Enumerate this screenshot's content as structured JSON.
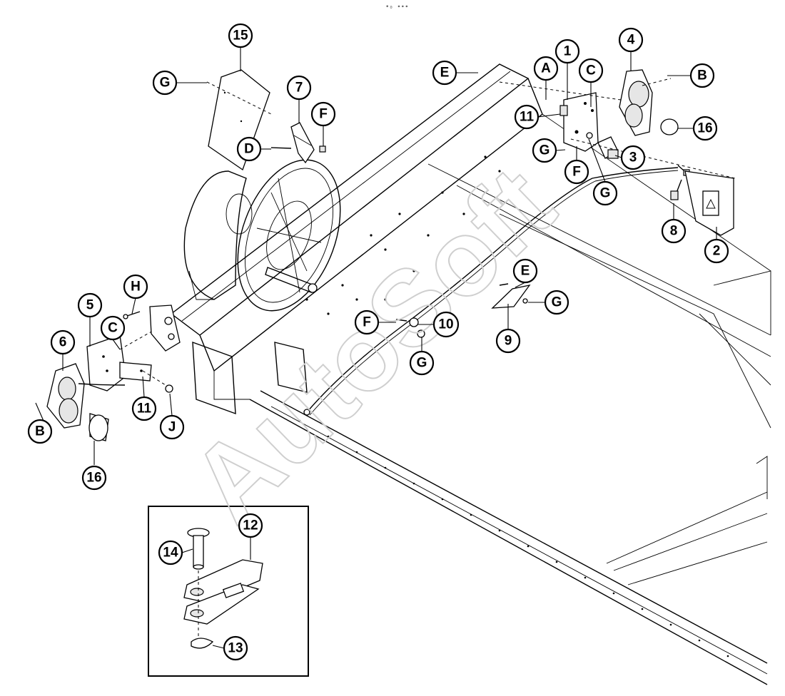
{
  "top_mark": "•₀ ∙∙∙",
  "watermark": "AutoSoft",
  "callouts": {
    "c1": "1",
    "c2": "2",
    "c3": "3",
    "c4": "4",
    "c5": "5",
    "c6": "6",
    "c7": "7",
    "c8": "8",
    "c9": "9",
    "c10": "10",
    "c11a": "11",
    "c11b": "11",
    "c12": "12",
    "c13": "13",
    "c14": "14",
    "c15": "15",
    "c16a": "16",
    "c16b": "16",
    "cA": "A",
    "cBa": "B",
    "cBb": "B",
    "cCa": "C",
    "cCb": "C",
    "cD": "D",
    "cEa": "E",
    "cEb": "E",
    "cFa": "F",
    "cFb": "F",
    "cFc": "F",
    "cGa": "G",
    "cGb": "G",
    "cGc": "G",
    "cGd": "G",
    "cGe": "G",
    "cH": "H",
    "cJ": "J"
  }
}
